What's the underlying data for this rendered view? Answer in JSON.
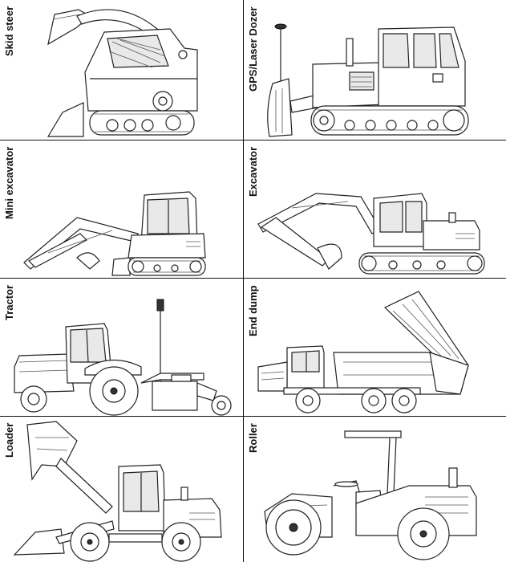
{
  "cells": [
    {
      "id": "skid-steer",
      "label": "Skid steer"
    },
    {
      "id": "gps-laser-dozer",
      "label": "GPS/Laser Dozer"
    },
    {
      "id": "mini-excavator",
      "label": "Mini excavator"
    },
    {
      "id": "excavator",
      "label": "Excavator"
    },
    {
      "id": "tractor",
      "label": "Tractor"
    },
    {
      "id": "end-dump",
      "label": "End dump"
    },
    {
      "id": "loader",
      "label": "Loader"
    },
    {
      "id": "roller",
      "label": "Roller"
    }
  ],
  "colors": {
    "border": "#111111",
    "line": "#222222",
    "fill": "#ffffff",
    "glass": "#e9e9e9"
  }
}
